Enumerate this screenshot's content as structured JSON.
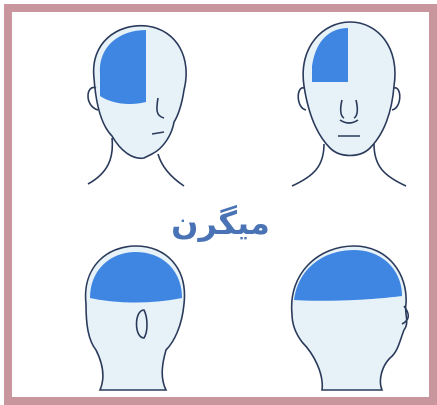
{
  "title": "میگرن",
  "colors": {
    "border": "#c8969c",
    "pain_area": "#3f86e3",
    "skin": "#e6f1f8",
    "outline": "#2a3a5a",
    "title": "#4a73b6"
  },
  "panels": [
    {
      "view": "three-quarter-front",
      "pain_region": "top-left-hemisphere"
    },
    {
      "view": "front",
      "pain_region": "top-right-hemisphere"
    },
    {
      "view": "back-right",
      "pain_region": "upper-back"
    },
    {
      "view": "side-left",
      "pain_region": "upper-crown"
    }
  ]
}
